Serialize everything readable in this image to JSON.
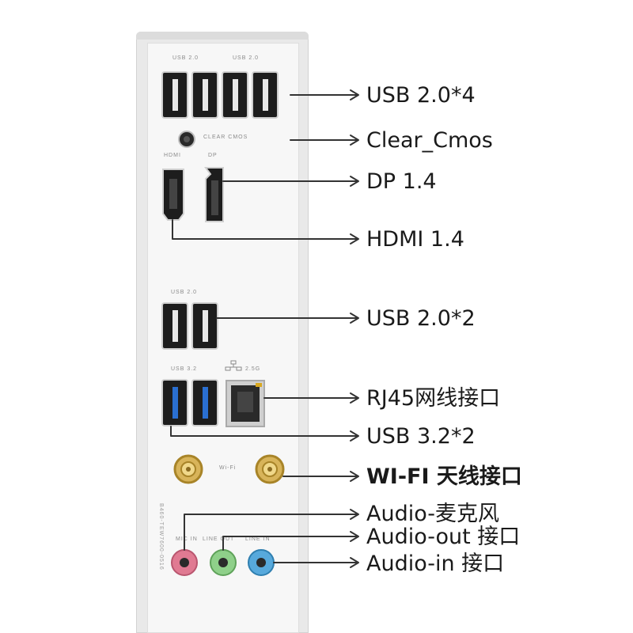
{
  "panel": {
    "silk_usb20_left": "USB 2.0",
    "silk_usb20_right": "USB 2.0",
    "silk_clear_cmos": "CLEAR CMOS",
    "silk_hdmi": "HDMI",
    "silk_dp": "DP",
    "silk_usb20_mid": "USB 2.0",
    "silk_usb32": "USB 3.2",
    "silk_lan": "2.5G",
    "silk_wifi": "Wi-Fi",
    "silk_mic_in": "MIC IN",
    "silk_line_out": "LINE OUT",
    "silk_line_in": "LINE IN",
    "serial": "B460-TEW7600-0516"
  },
  "callouts": [
    {
      "id": "usb20x4",
      "label": "USB 2.0*4"
    },
    {
      "id": "clear_cmos",
      "label": "Clear_Cmos"
    },
    {
      "id": "dp",
      "label": "DP 1.4"
    },
    {
      "id": "hdmi",
      "label": "HDMI 1.4"
    },
    {
      "id": "usb20x2",
      "label": "USB 2.0*2"
    },
    {
      "id": "rj45",
      "label": "RJ45网线接口"
    },
    {
      "id": "usb32",
      "label": "USB 3.2*2"
    },
    {
      "id": "wifi",
      "label": "WI-FI 天线接口"
    },
    {
      "id": "mic",
      "label": "Audio-麦克风"
    },
    {
      "id": "out",
      "label": "Audio-out 接口"
    },
    {
      "id": "in",
      "label": "Audio-in 接口"
    }
  ],
  "colors": {
    "mic_jack": "#e07a92",
    "line_out_jack": "#8fd08a",
    "line_in_jack": "#57a9dc",
    "antenna_gold": "#c8a040",
    "usb3_blue": "#2a6fd1",
    "leader_line": "#333333"
  }
}
